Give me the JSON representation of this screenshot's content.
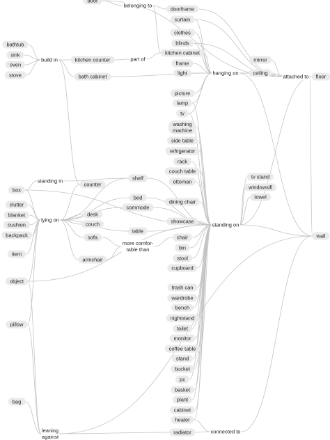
{
  "objects": {
    "door": "door",
    "doorframe": "doorframe",
    "curtain": "curtain",
    "clothes": "clothes",
    "blinds": "blinds",
    "kitchen_cabinet": "kitchen cabinet",
    "frame": "frame",
    "light": "light",
    "mirror": "mirror",
    "ceiling": "ceiling",
    "floor": "floor",
    "bathtub": "bathtub",
    "sink": "sink",
    "oven": "oven",
    "stove": "stove",
    "kitchen_counter": "kitchen counter",
    "bath_cabinet": "bath cabinet",
    "picture": "picture",
    "lamp": "lamp",
    "tv": "tv",
    "washing_machine": "washing\nmachine",
    "side_table": "side table",
    "refrigerator": "refrigerator",
    "rack": "rack",
    "couch_table": "couch table",
    "ottoman": "ottoman",
    "shelf": "shelf",
    "counter": "counter",
    "box": "box",
    "clutter": "clutter",
    "blanket": "blanket",
    "cushion": "cushion",
    "backpack": "backpack",
    "item": "item",
    "object": "object",
    "pillow": "pillow",
    "bag": "bag",
    "bed": "bed",
    "commode": "commode",
    "dining_chair": "dining chair",
    "desk": "desk",
    "couch": "couch",
    "showcase": "showcase",
    "table": "table",
    "sofa": "sofa",
    "chair": "chair",
    "bin": "bin",
    "stool": "stool",
    "armchair": "armchair",
    "cupboard": "cupboard",
    "tv_stand": "tv stand",
    "windowsill": "windowsill",
    "towel": "towel",
    "wall": "wall",
    "trash_can": "trash can",
    "wardrobe": "wardrobe",
    "bench": "bench",
    "nightstand": "nightstand",
    "toilet": "toilet",
    "monitor": "monitor",
    "coffee_table": "coffee table",
    "stand": "stand",
    "bucket": "bucket",
    "pc": "pc",
    "basket": "basket",
    "plant": "plant",
    "cabinet": "cabinet",
    "heater": "heater",
    "radiator": "radiator"
  },
  "relations": {
    "belonging_to": "belonging to",
    "build_in": "build in",
    "part_of": "part of",
    "hanging_on": "hanging on",
    "attached_to": "attached to",
    "standing_in": "standing in",
    "lying_on": "lying on",
    "standing_on": "standing on",
    "more_comfortable_than": "more comfor-\ntable than",
    "connected_to": "connected to",
    "leaning_against": "leaning\nagainst"
  }
}
